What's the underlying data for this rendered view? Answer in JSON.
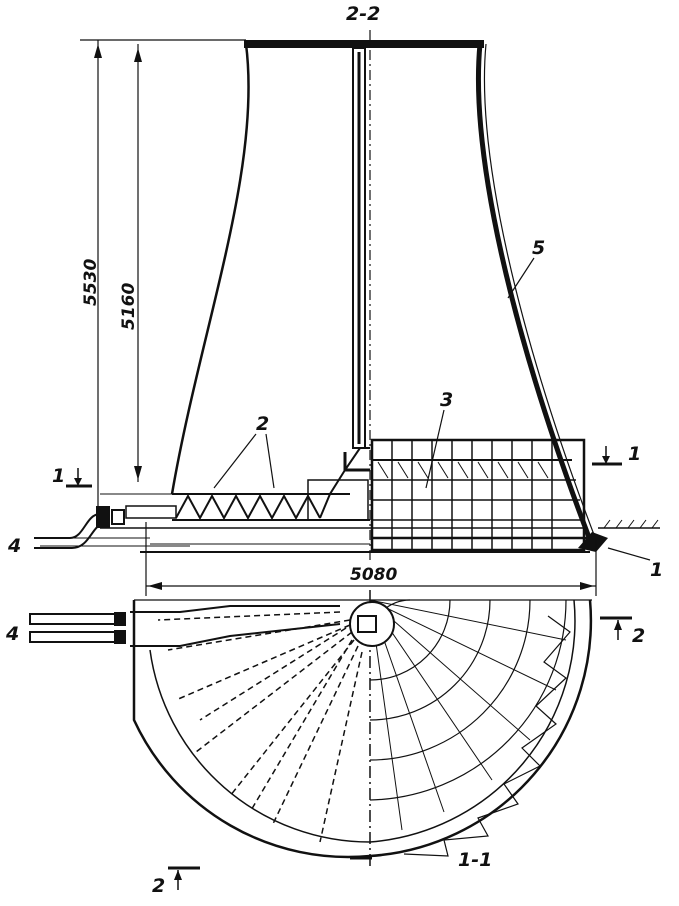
{
  "section_labels": {
    "elevation": "2-2",
    "plan": "1-1",
    "cut_1_left": "1",
    "cut_1_right": "1",
    "cut_2_right": "2",
    "cut_2_bottom": "2"
  },
  "dimensions": {
    "total_height": "5530",
    "shell_height": "5160",
    "base_diameter": "5080"
  },
  "callouts": {
    "foundation": "1",
    "sprinkler_nozzles": "2",
    "packing": "3",
    "water_supply": "4",
    "water_supply_plan": "4",
    "shell": "5"
  }
}
